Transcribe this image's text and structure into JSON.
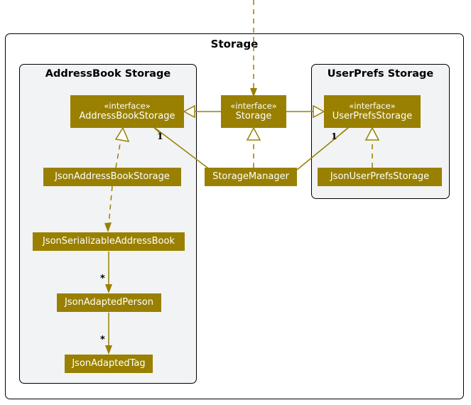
{
  "diagram": {
    "title": "Storage",
    "style": {
      "class_fill": "#998000",
      "class_text": "#FFFFFF",
      "line_color": "#998000",
      "package_border": "#000000",
      "package_fill_outer": "#FFFFFF",
      "package_fill_inner": "#F1F3F4",
      "label_color": "#000000"
    }
  },
  "packages": {
    "outer": {
      "label": "Storage"
    },
    "addressbook": {
      "label": "AddressBook Storage"
    },
    "userprefs": {
      "label": "UserPrefs Storage"
    }
  },
  "nodes": {
    "address_book_storage": {
      "stereotype": "«interface»",
      "name": "AddressBookStorage"
    },
    "storage": {
      "stereotype": "«interface»",
      "name": "Storage"
    },
    "user_prefs_storage": {
      "stereotype": "«interface»",
      "name": "UserPrefsStorage"
    },
    "json_address_book_storage": {
      "name": "JsonAddressBookStorage"
    },
    "storage_manager": {
      "name": "StorageManager"
    },
    "json_user_prefs_storage": {
      "name": "JsonUserPrefsStorage"
    },
    "json_serializable_address_book": {
      "name": "JsonSerializableAddressBook"
    },
    "json_adapted_person": {
      "name": "JsonAdaptedPerson"
    },
    "json_adapted_tag": {
      "name": "JsonAdaptedTag"
    }
  },
  "multiplicities": {
    "storage_manager_to_abs": "1",
    "storage_manager_to_ups": "1",
    "serializable_to_person": "*",
    "person_to_tag": "*"
  },
  "relations": [
    {
      "from": "Storage",
      "to": "AddressBookStorage",
      "type": "inheritance"
    },
    {
      "from": "Storage",
      "to": "UserPrefsStorage",
      "type": "inheritance"
    },
    {
      "from": "StorageManager",
      "to": "Storage",
      "type": "realization"
    },
    {
      "from": "JsonAddressBookStorage",
      "to": "AddressBookStorage",
      "type": "realization"
    },
    {
      "from": "JsonUserPrefsStorage",
      "to": "UserPrefsStorage",
      "type": "realization"
    },
    {
      "from": "StorageManager",
      "to": "AddressBookStorage",
      "type": "association",
      "label": "1"
    },
    {
      "from": "StorageManager",
      "to": "UserPrefsStorage",
      "type": "association",
      "label": "1"
    },
    {
      "from": "JsonAddressBookStorage",
      "to": "JsonSerializableAddressBook",
      "type": "dependency"
    },
    {
      "from": "JsonSerializableAddressBook",
      "to": "JsonAdaptedPerson",
      "type": "association",
      "label": "*"
    },
    {
      "from": "JsonAdaptedPerson",
      "to": "JsonAdaptedTag",
      "type": "association",
      "label": "*"
    },
    {
      "from": "external",
      "to": "Storage",
      "type": "dependency"
    }
  ]
}
